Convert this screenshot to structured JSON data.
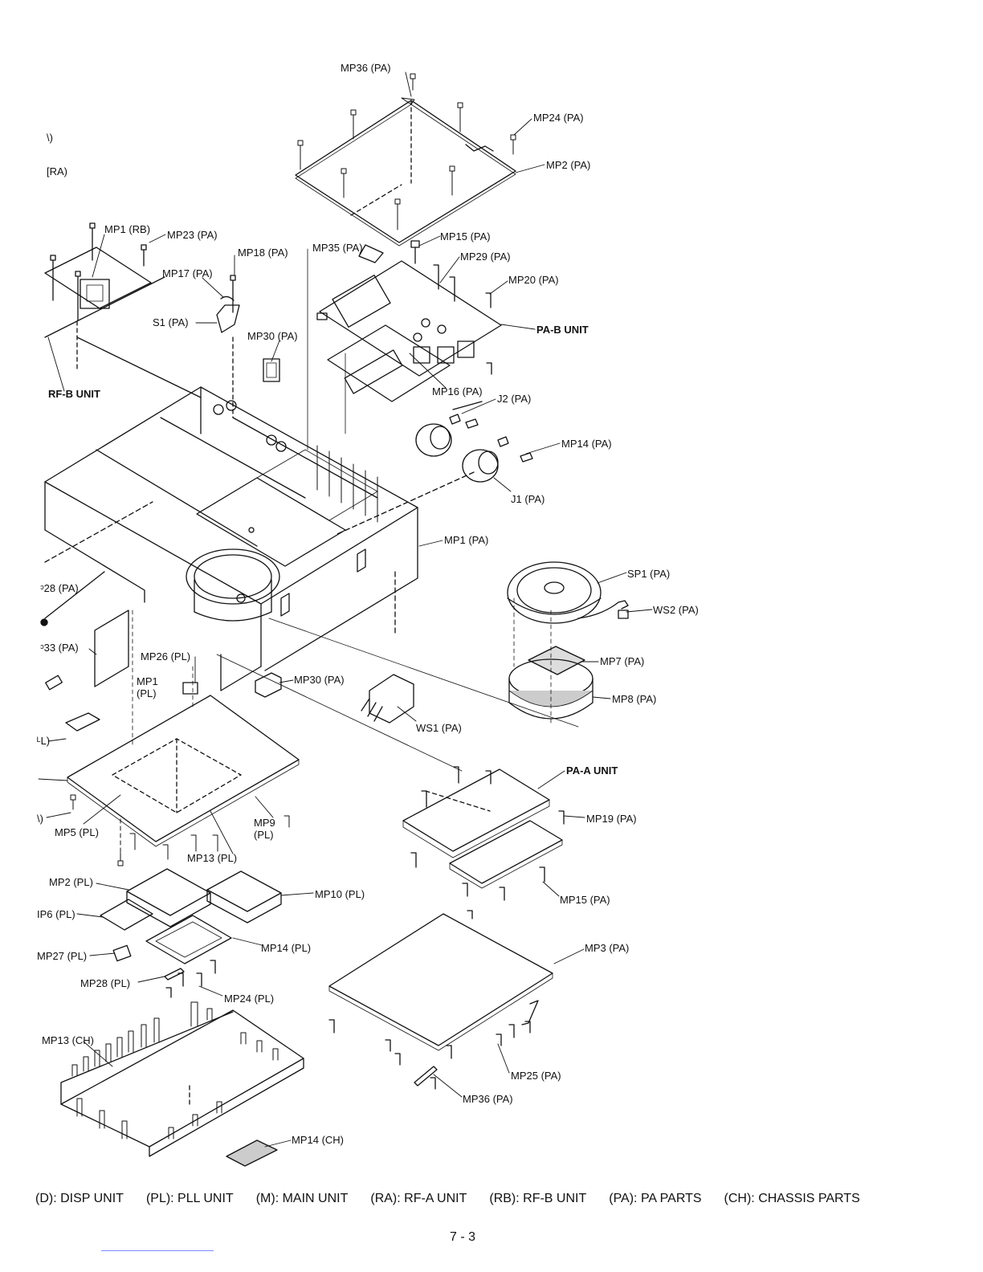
{
  "labels": {
    "mp36_top": "MP36 (PA)",
    "mp24_pa": "MP24 (PA)",
    "mp2_pa": "MP2 (PA)",
    "partial_d": "\\)",
    "partial_ra": "[RA)",
    "mp1_rb": "MP1 (RB)",
    "mp23_pa": "MP23 (PA)",
    "mp18_pa": "MP18 (PA)",
    "mp35_pa": "MP35 (PA)",
    "mp15_pa_top": "MP15 (PA)",
    "mp29_pa": "MP29 (PA)",
    "mp17_pa": "MP17 (PA)",
    "mp20_pa": "MP20 (PA)",
    "s1_pa": "S1 (PA)",
    "mp30_pa_top": "MP30 (PA)",
    "pa_b_unit": "PA-B UNIT",
    "rf_b_unit": "RF-B UNIT",
    "mp16_pa": "MP16 (PA)",
    "j2_pa": "J2 (PA)",
    "mp14_pa": "MP14 (PA)",
    "j1_pa": "J1 (PA)",
    "mp1_pa": "MP1 (PA)",
    "sp1_pa": "SP1 (PA)",
    "p28_pa": "ᵓ28 (PA)",
    "ws2_pa": "WS2 (PA)",
    "p33_pa": "ᵓ33 (PA)",
    "mp7_pa": "MP7 (PA)",
    "mp26_pl": "MP26 (PL)",
    "mp30_pa_bottom": "MP30 (PA)",
    "mp1_pl_a": "MP1",
    "mp1_pl_b": "(PL)",
    "mp8_pa": "MP8 (PA)",
    "ws1_pa": "WS1 (PA)",
    "partial_l": "ᴸL)",
    "pa_a_unit": "PA-A UNIT",
    "mp19_pa": "MP19 (PA)",
    "partial_i": "\\)",
    "mp5_pl": "MP5 (PL)",
    "mp9_pl_a": "MP9",
    "mp9_pl_b": "(PL)",
    "mp13_pl": "MP13 (PL)",
    "mp2_pl": "MP2 (PL)",
    "mp10_pl": "MP10 (PL)",
    "mp15_pa_bottom": "MP15 (PA)",
    "p6_pl": "IP6 (PL)",
    "mp14_pl": "MP14 (PL)",
    "mp3_pa": "MP3 (PA)",
    "mp27_pl": "MP27 (PL)",
    "mp28_pl": "MP28 (PL)",
    "mp24_pl": "MP24 (PL)",
    "mp13_ch": "MP13 (CH)",
    "mp25_pa": "MP25 (PA)",
    "mp36_bottom": "MP36 (PA)",
    "mp14_ch": "MP14 (CH)"
  },
  "legend": [
    "(D): DISP UNIT",
    "(PL): PLL UNIT",
    "(M): MAIN UNIT",
    "(RA): RF-A UNIT",
    "(RB): RF-B UNIT",
    "(PA): PA PARTS",
    "(CH): CHASSIS PARTS"
  ],
  "page_number": "7 - 3"
}
